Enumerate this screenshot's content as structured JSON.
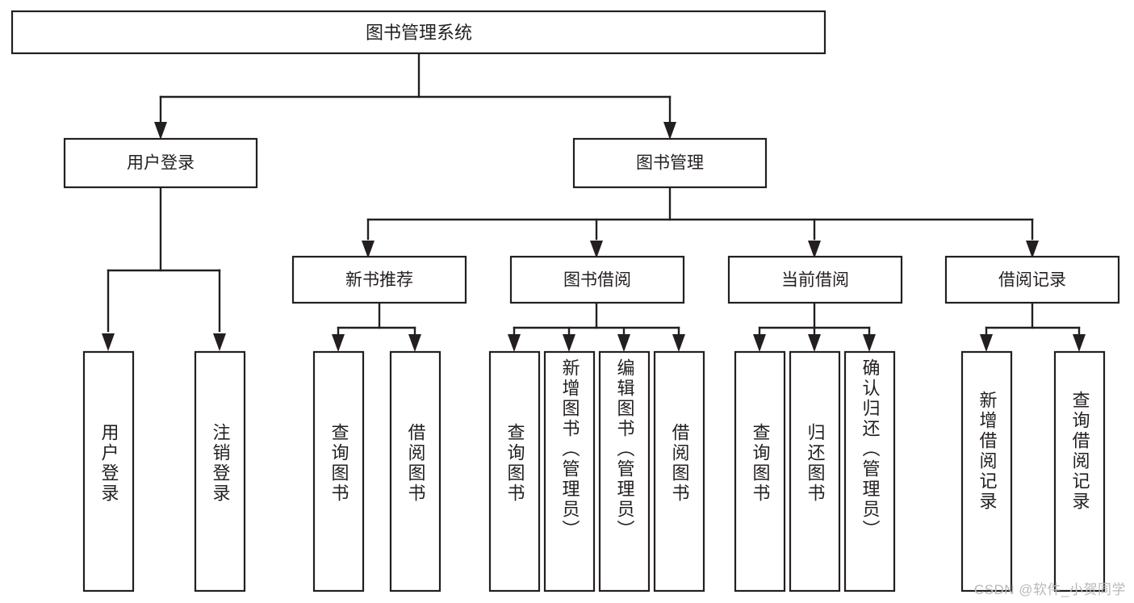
{
  "diagram": {
    "title": "图书管理系统",
    "watermark": "CSDN @软件_小贺同学",
    "colors": {
      "stroke": "#231f20",
      "box_fill": "#ffffff",
      "background": "#ffffff",
      "watermark": "#b9b9b9"
    },
    "root": {
      "label": "图书管理系统"
    },
    "level2": [
      {
        "label": "用户登录"
      },
      {
        "label": "图书管理"
      }
    ],
    "level3": [
      {
        "label": "新书推荐"
      },
      {
        "label": "图书借阅"
      },
      {
        "label": "当前借阅"
      },
      {
        "label": "借阅记录"
      }
    ],
    "leaves": {
      "user_login": [
        {
          "label": "用户登录"
        },
        {
          "label": "注销登录"
        }
      ],
      "new_book_recommend": [
        {
          "label": "查询图书"
        },
        {
          "label": "借阅图书"
        }
      ],
      "book_borrow": [
        {
          "label": "查询图书"
        },
        {
          "label": "新增图书（管理员）"
        },
        {
          "label": "编辑图书（管理员）"
        },
        {
          "label": "借阅图书"
        }
      ],
      "current_borrow": [
        {
          "label": "查询图书"
        },
        {
          "label": "归还图书"
        },
        {
          "label": "确认归还（管理员）"
        }
      ],
      "borrow_records": [
        {
          "label": "新增借阅记录"
        },
        {
          "label": "查询借阅记录"
        }
      ]
    }
  }
}
